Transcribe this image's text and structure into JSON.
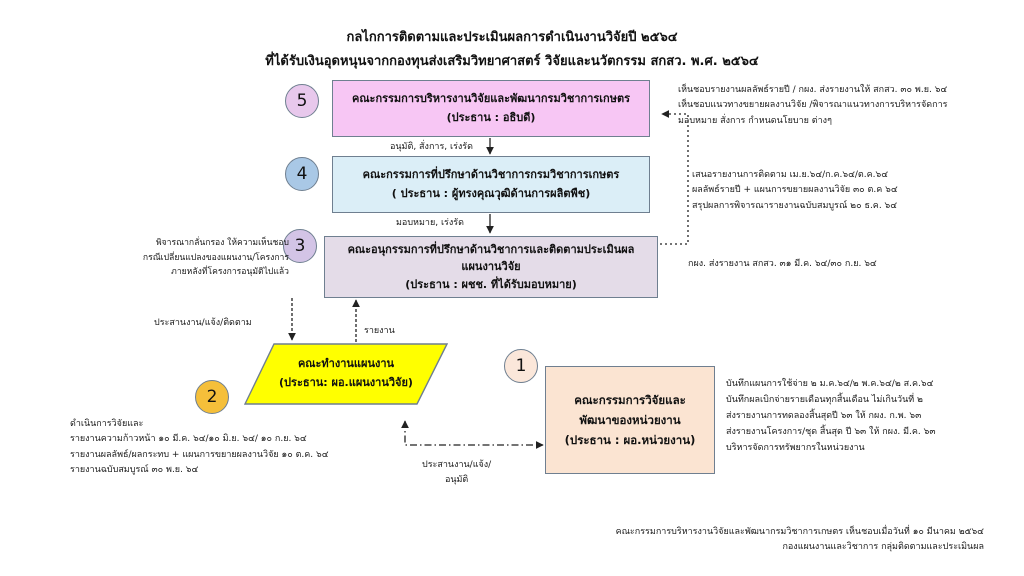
{
  "title": {
    "line1": "กลไกการติดตามและประเมินผลการดำเนินงานวิจัยปี ๒๕๖๔",
    "line2": "ที่ได้รับเงินอุดหนุนจากกองทุนส่งเสริมวิทยาศาสตร์ วิจัยและนวัตกรรม สกสว. พ.ศ. ๒๕๖๔"
  },
  "nodes": {
    "n5": {
      "number": "5",
      "name": "คณะกรรมการบริหารงานวิจัยและพัฒนากรมวิชาการเกษตร",
      "chair": "(ประธาน : อธิบดี)"
    },
    "n4": {
      "number": "4",
      "name": "คณะกรรมการที่ปรึกษาด้านวิชาการกรมวิชาการเกษตร",
      "chair": "( ประธาน : ผู้ทรงคุณวุฒิด้านการผลิตพืช)"
    },
    "n3": {
      "number": "3",
      "name1": "คณะอนุกรรมการที่ปรึกษาด้านวิชาการและติดตามประเมินผล",
      "name2": "แผนงานวิจัย",
      "chair": "(ประธาน : ผชช. ที่ได้รับมอบหมาย)"
    },
    "n2": {
      "number": "2",
      "name": "คณะทำงานแผนงาน",
      "chair": "(ประธาน: ผอ.แผนงานวิจัย)"
    },
    "n1": {
      "number": "1",
      "name1": "คณะกรรมการวิจัยและ",
      "name2": "พัฒนาของหน่วยงาน",
      "chair": "(ประธาน : ผอ.หน่วยงาน)"
    }
  },
  "labels": {
    "approve": "อนุมัติ, สั่งการ, เร่งรัด",
    "assign": "มอบหมาย, เร่งรัด",
    "coordinate": "ประสานงาน/แจ้ง/ติดตาม",
    "report": "รายงาน",
    "coord2_line1": "ประสานงาน/แจ้ง/",
    "coord2_line2": "อนุมัติ"
  },
  "notes": {
    "right5": [
      "เห็นชอบรายงานผลลัพธ์รายปี / กผง. ส่งรายงานให้ สกสว. ๓๐ พ.ย. ๖๔",
      "เห็นชอบแนวทางขยายผลงานวิจัย /พิจารณาแนวทางการบริหารจัดการ",
      "มอบหมาย สั่งการ กำหนดนโยบาย ต่างๆ"
    ],
    "right4": [
      "เสนอรายงานการติดตาม เม.ย.๖๔/ก.ค.๖๔/ต.ค.๖๔",
      "ผลลัพธ์รายปี + แผนการขยายผลงานวิจัย ๓๐ ต.ค ๖๔",
      "สรุปผลการพิจารณารายงานฉบับสมบูรณ์ ๒๐ ธ.ค. ๖๔"
    ],
    "right3": "กผง. ส่งรายงาน สกสว. ๓๑ มี.ค. ๖๔/๓๐ ก.ย. ๖๔",
    "left3": [
      "พิจารณากลั่นกรอง ให้ความเห็นชอบ",
      "กรณีเปลี่ยนแปลงของแผนงาน/โครงการ",
      "ภายหลังที่โครงการอนุมัติไปแล้ว"
    ],
    "left2": [
      "ดำเนินการวิจัยและ",
      "รายงานความก้าวหน้า ๑๐ มี.ค. ๖๔/๑๐ มิ.ย. ๖๔/ ๑๐ ก.ย. ๖๔",
      "รายงานผลลัพธ์/ผลกระทบ + แผนการขยายผลงานวิจัย ๑๐ ต.ค. ๖๔",
      "รายงานฉบับสมบูรณ์ ๓๐ พ.ย. ๖๔"
    ],
    "right1": [
      "บันทึกแผนการใช้จ่าย ๒ ม.ค.๖๔/๒ พ.ค.๖๔/๒ ส.ค.๖๔",
      "บันทึกผลเบิกจ่ายรายเดือนทุกสิ้นเดือน ไม่เกินวันที่ ๒",
      "ส่งรายงานการทดลองสิ้นสุดปี ๖๓ ให้ กผง. ก.พ. ๖๓",
      "ส่งรายงานโครงการ/ชุด สิ้นสุด ปี ๖๓ ให้ กผง. มี.ค. ๖๓",
      "บริหารจัดการทรัพยากรในหน่วยงาน"
    ]
  },
  "footer": {
    "line1": "คณะกรรมการบริหารงานวิจัยและพัฒนากรมวิชาการเกษตร เห็นชอบเมื่อวันที่ ๑๐ มีนาคม ๒๕๖๔",
    "line2": "กองแผนงานและวิชาการ  กลุ่มติดตามและประเมินผล"
  },
  "colors": {
    "n5_fill": "#f7c6f4",
    "n4_fill": "#dbeef7",
    "n3_fill": "#e4dce8",
    "n2_fill": "#ffff00",
    "n1_fill": "#fbe4d2",
    "circle5": "#e8c8ec",
    "circle4": "#a9c8e6",
    "circle3": "#d3c4e6",
    "circle2": "#f5bf3a",
    "circle1": "#fbe7da"
  }
}
